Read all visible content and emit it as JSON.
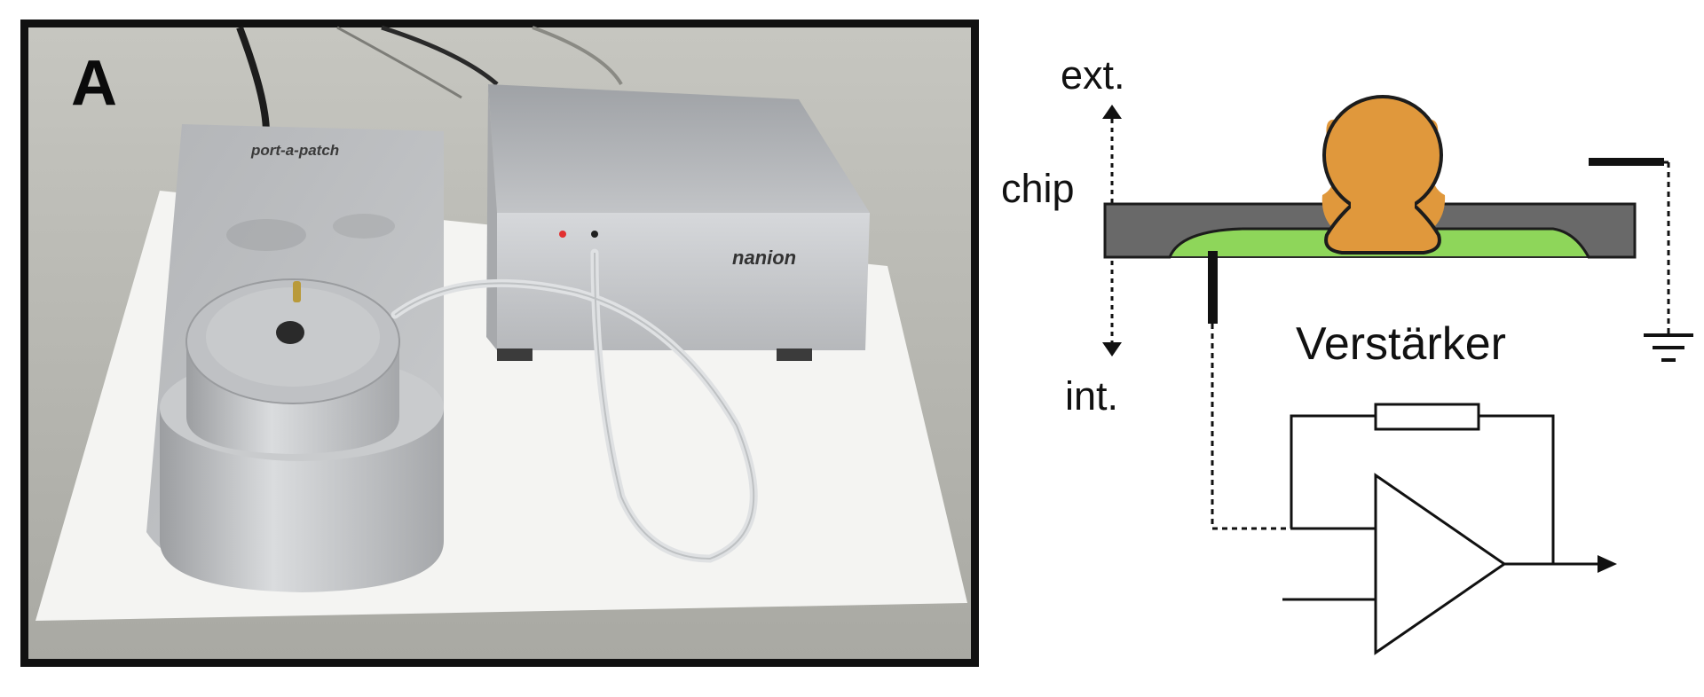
{
  "panel_label": "A",
  "photo": {
    "device_left_label": "port-a-patch",
    "device_right_label": "nanion"
  },
  "diagram": {
    "label_ext": "ext.",
    "label_int": "int.",
    "label_chip": "chip",
    "label_amplifier": "Verstärker"
  },
  "colors": {
    "chip": "#696969",
    "cell": "#e0983c",
    "solution": "#8ed65a",
    "photo_frame": "#111111"
  }
}
